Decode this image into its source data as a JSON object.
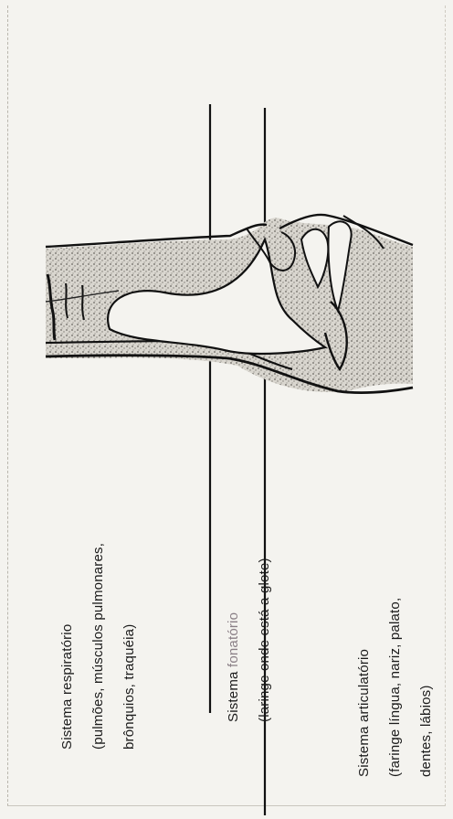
{
  "labels": {
    "articulatory_line1": "Sistema articulatório",
    "articulatory_line2": "(faringe língua, nariz, palato,",
    "articulatory_line3": "dentes, lábios)",
    "phonatory_prefix": "Sistema ",
    "phonatory_word": "fonatório",
    "phonatory_line2": "(laringe onde está a glote)",
    "respiratory_line1": "Sistema respiratório",
    "respiratory_line2": "(pulmões, músculos pulmonares,",
    "respiratory_line3": "brônquios, traquéia)"
  }
}
